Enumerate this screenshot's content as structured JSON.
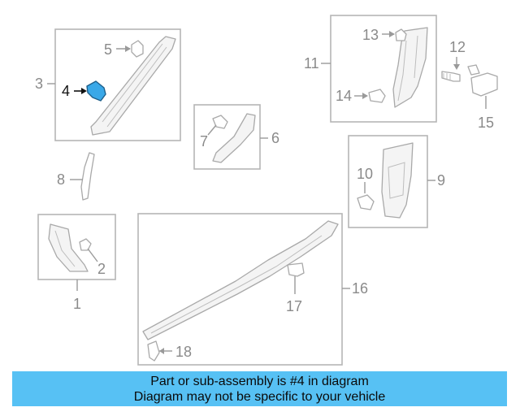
{
  "callouts": {
    "c1": "1",
    "c2": "2",
    "c3": "3",
    "c4": "4",
    "c5": "5",
    "c6": "6",
    "c7": "7",
    "c8": "8",
    "c9": "9",
    "c10": "10",
    "c11": "11",
    "c12": "12",
    "c13": "13",
    "c14": "14",
    "c15": "15",
    "c16": "16",
    "c17": "17",
    "c18": "18"
  },
  "highlight": {
    "part": "4",
    "color": "#3aa8e8"
  },
  "banner": {
    "line1": "Part or sub-assembly is #4 in diagram",
    "line2": "Diagram may not be specific to your vehicle",
    "background": "#57c1f4"
  }
}
